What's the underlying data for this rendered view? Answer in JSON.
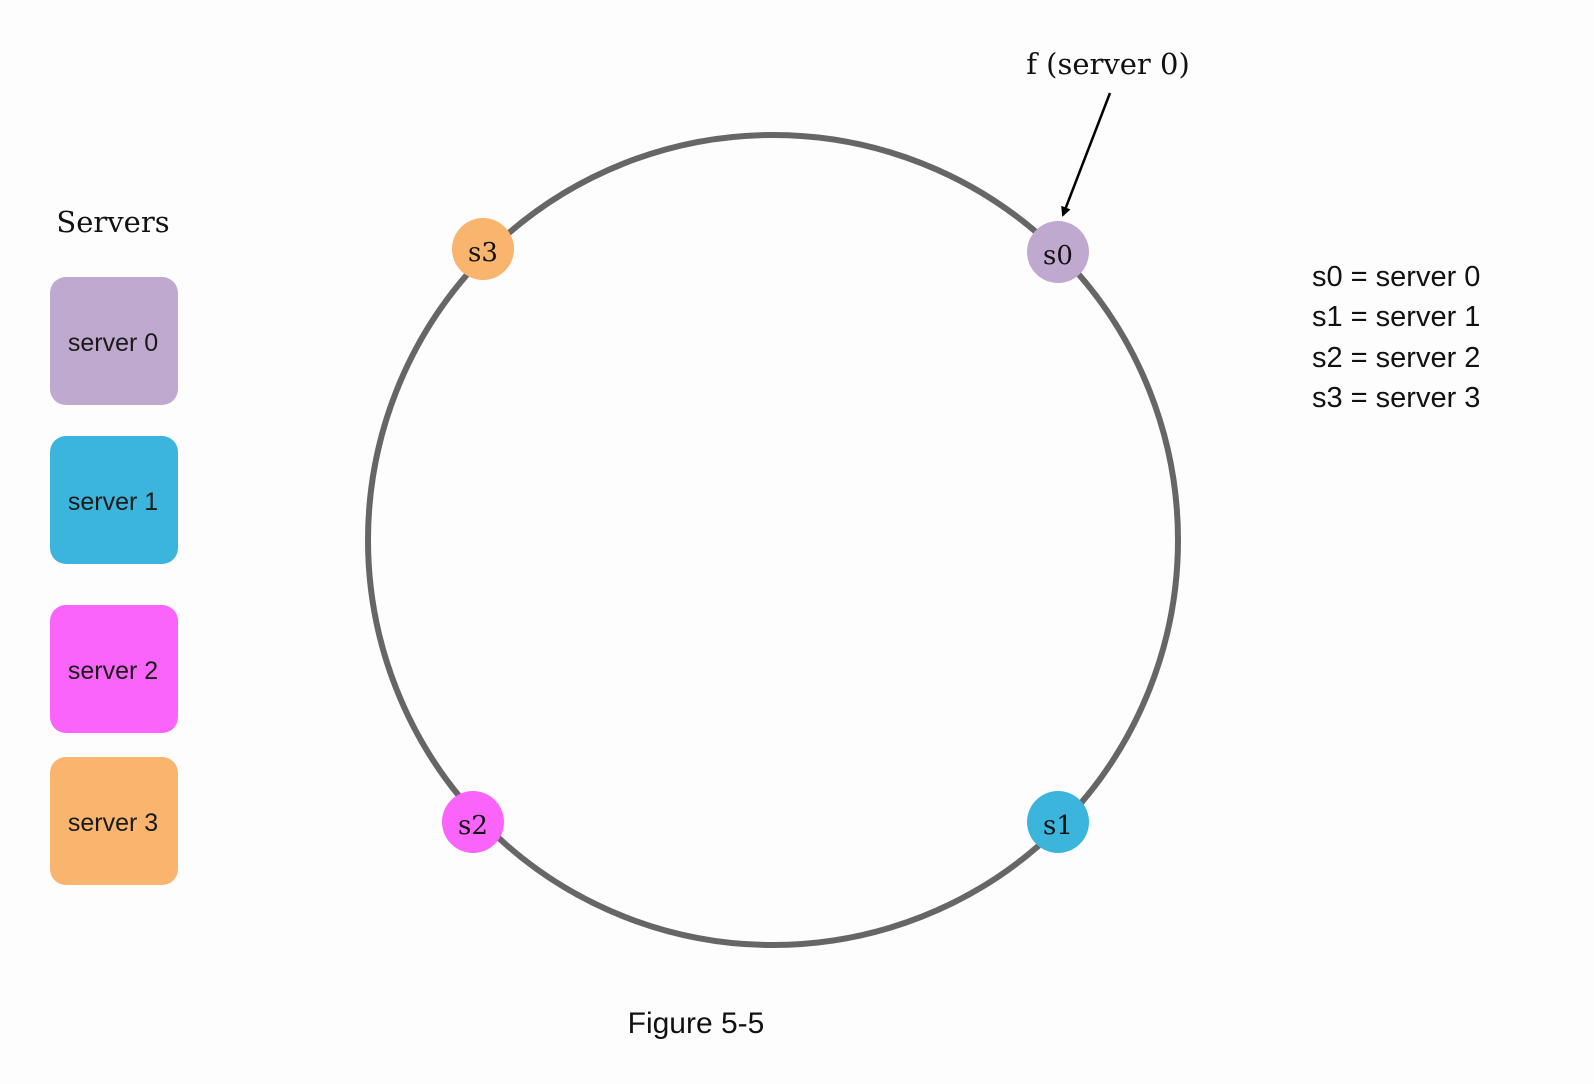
{
  "legend_title": "Servers",
  "servers": [
    {
      "label": "server 0",
      "color": "#c0a9cf"
    },
    {
      "label": "server 1",
      "color": "#3bb5db"
    },
    {
      "label": "server 2",
      "color": "#fa64fa"
    },
    {
      "label": "server 3",
      "color": "#f9b46d"
    }
  ],
  "ring_nodes": [
    {
      "label": "s0",
      "color": "#c0a9cf"
    },
    {
      "label": "s1",
      "color": "#3bb5db"
    },
    {
      "label": "s2",
      "color": "#fa64fa"
    },
    {
      "label": "s3",
      "color": "#f9b46d"
    }
  ],
  "annotation": "f (server 0)",
  "key": [
    "s0 = server 0",
    "s1 = server 1",
    "s2 = server 2",
    "s3 = server 3"
  ],
  "caption": "Figure 5-5",
  "ring_color": "#666666"
}
